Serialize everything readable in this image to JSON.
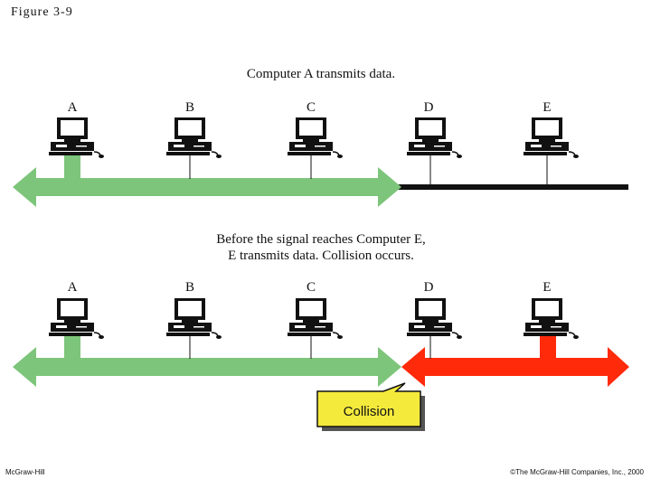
{
  "figure_label": "Figure 3-9",
  "panel1": {
    "caption": "Computer A transmits data.",
    "computers": [
      "A",
      "B",
      "C",
      "D",
      "E"
    ]
  },
  "panel2": {
    "caption_line1": "Before the signal reaches Computer E,",
    "caption_line2": "E transmits data. Collision occurs.",
    "computers": [
      "A",
      "B",
      "C",
      "D",
      "E"
    ],
    "callout": "Collision"
  },
  "footer": {
    "publisher": "McGraw-Hill",
    "copyright": "©The McGraw-Hill Companies, Inc., 2000"
  },
  "colors": {
    "signal_a": "#7dc57a",
    "signal_e": "#ff2a0a",
    "cable": "#111111",
    "callout_fill": "#f4ea3c"
  }
}
